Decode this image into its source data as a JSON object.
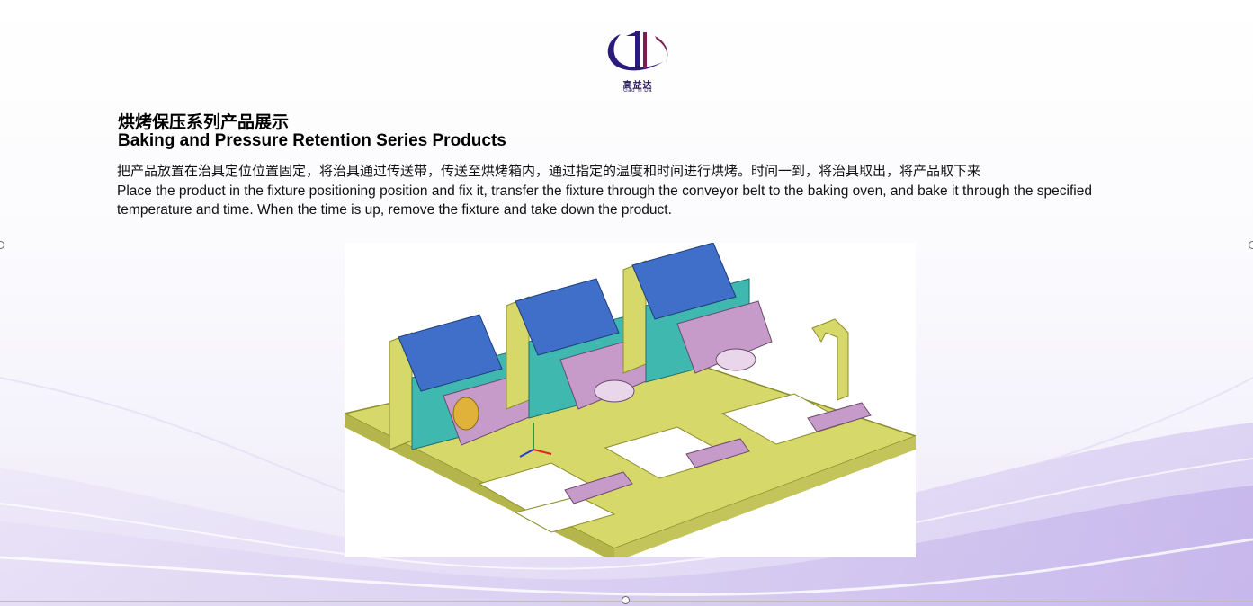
{
  "logo": {
    "name_cn": "高益达",
    "name_en": "Gao Yi Da"
  },
  "heading": {
    "title_cn": "烘烤保压系列产品展示",
    "title_en": "Baking and Pressure Retention Series Products"
  },
  "description": {
    "text_cn": "把产品放置在治具定位位置固定，将治具通过传送带，传送至烘烤箱内，通过指定的温度和时间进行烘烤。时间一到，将治具取出，将产品取下来",
    "text_en": "Place the product in the fixture positioning position and fix it, transfer the fixture through the conveyor belt to the baking oven, and bake it through the specified temperature and time. When the time is up, remove the fixture and take down the product."
  },
  "colors": {
    "logo_primary": "#2a1a7a",
    "logo_accent": "#7a1f4f",
    "fixture_base": "#d6d86a",
    "fixture_top": "#3f6fc8",
    "fixture_body": "#c79bc9",
    "fixture_accent": "#3fb8b0"
  }
}
